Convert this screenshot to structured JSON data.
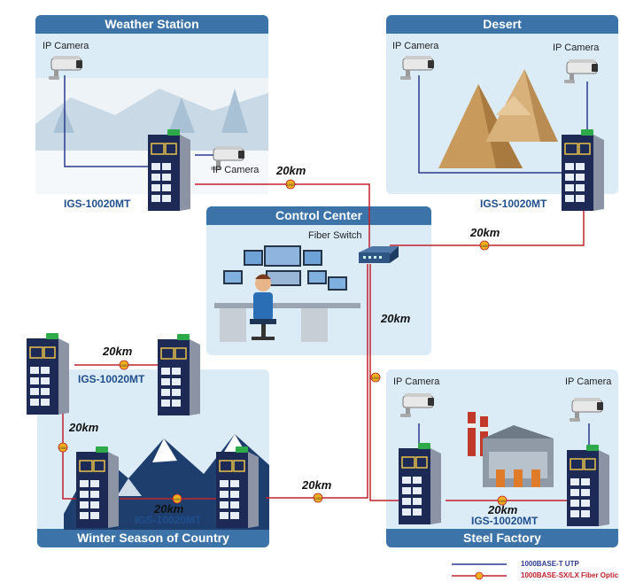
{
  "panels": {
    "weather": {
      "title": "Weather Station",
      "camera1": "IP Camera",
      "camera2": "IP Camera",
      "device": "IGS-10020MT"
    },
    "desert": {
      "title": "Desert",
      "camera1": "IP Camera",
      "camera2": "IP Camera",
      "device": "IGS-10020MT"
    },
    "control": {
      "title": "Control Center",
      "switch": "Fiber Switch"
    },
    "winter": {
      "title": "Winter Season of Country",
      "device_top": "IGS-10020MT",
      "device_bottom": "IGS-10020MT"
    },
    "steel": {
      "title": "Steel Factory",
      "camera1": "IP Camera",
      "camera2": "IP Camera",
      "device": "IGS-10020MT"
    }
  },
  "distances": {
    "weather_link": "20km",
    "desert_link": "20km",
    "control_down": "20km",
    "winter_top": "20km",
    "winter_left": "20km",
    "winter_bottom": "20km",
    "winter_to_center": "20km",
    "steel_link": "20km"
  },
  "badge_text": "1000",
  "legend": {
    "utp": "1000BASE-T UTP",
    "fiber": "1000BASE-SX/LX Fiber Optic"
  },
  "colors": {
    "utp": "#2b3a8f",
    "fiber": "#c0202a",
    "panel_header": "#3c73a9",
    "panel_bg": "#dcecf7",
    "device_label": "#1f4e8c"
  }
}
